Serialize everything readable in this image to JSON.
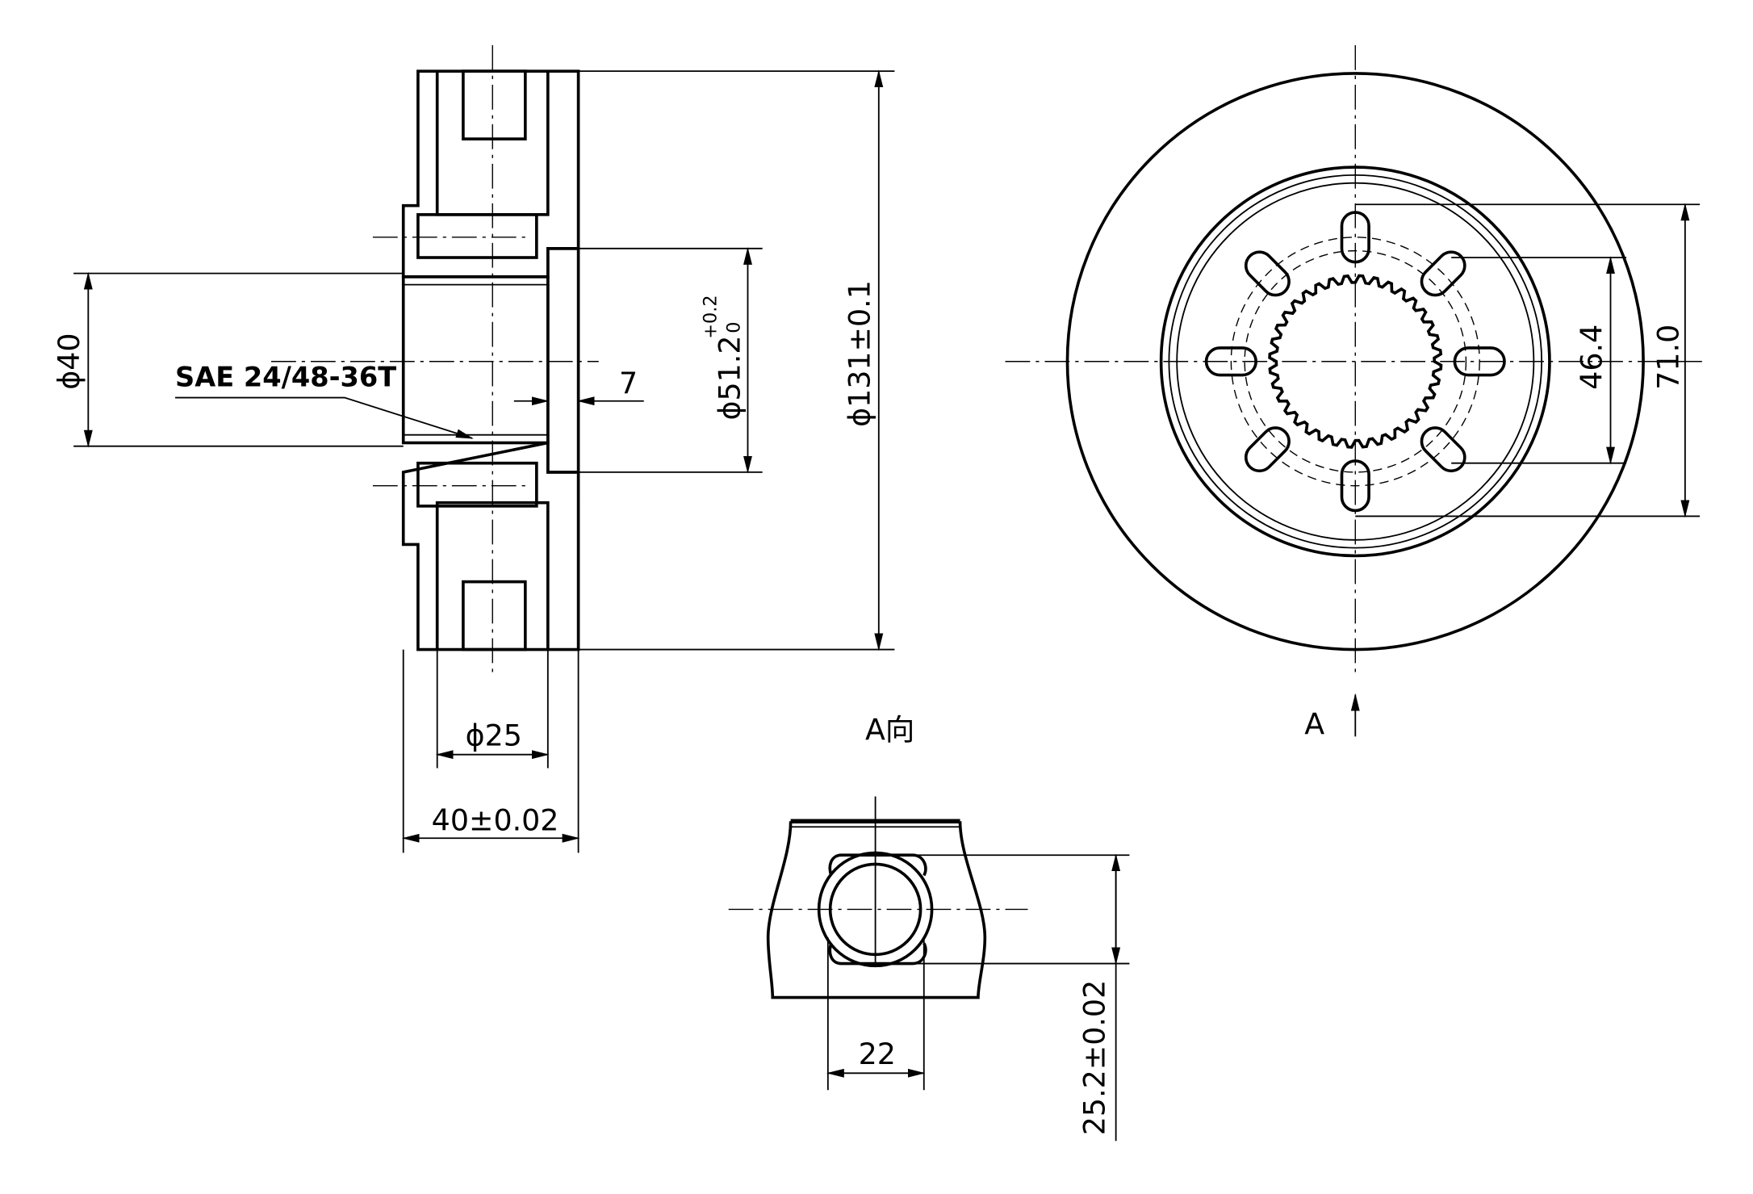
{
  "title": "Hub / rotor technical drawing",
  "labels": {
    "dia40": "ϕ40",
    "spline": "SAE 24/48-36T",
    "dia51": "ϕ51.2",
    "dia51_tol_upper": "+0.2",
    "dia51_tol_lower": "0",
    "depth7": "7",
    "dia131": "ϕ131±0.1",
    "dia25": "ϕ25",
    "width40": "40±0.02",
    "view_a_title": "A向",
    "view_a_arrow": "A",
    "dim46": "46.4",
    "dim71": "71.0",
    "dim22": "22",
    "dim25_2": "25.2±0.02"
  }
}
